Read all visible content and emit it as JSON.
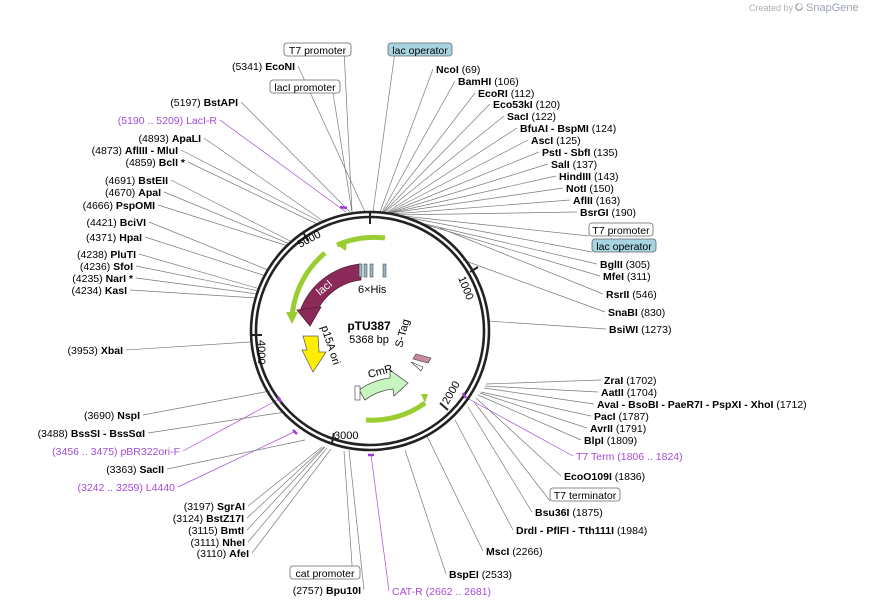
{
  "credit": {
    "prefix": "Created by",
    "brand": "SnapGene"
  },
  "plasmid": {
    "name": "pTU387",
    "length_label": "5368 bp"
  },
  "ticks": [
    "1000",
    "2000",
    "3000",
    "4000",
    "5000"
  ],
  "sites": [
    {
      "name": "T7 promoter",
      "type": "box",
      "fill": "#ffffff"
    },
    {
      "name": "lac operator",
      "type": "box",
      "fill": "#a8d4e2"
    },
    {
      "name": "NcoI",
      "pos": "(69)",
      "side": "right"
    },
    {
      "name": "BamHI",
      "pos": "(106)",
      "side": "right"
    },
    {
      "name": "EcoRI",
      "pos": "(112)",
      "side": "right"
    },
    {
      "name": "Eco53kI",
      "pos": "(120)",
      "side": "right"
    },
    {
      "name": "SacI",
      "pos": "(122)",
      "side": "right"
    },
    {
      "name": "BfuAI  - BspMI",
      "pos": "(124)",
      "side": "right"
    },
    {
      "name": "AscI",
      "pos": "(125)",
      "side": "right"
    },
    {
      "name": "PstI  - SbfI",
      "pos": "(135)",
      "side": "right"
    },
    {
      "name": "SalI",
      "pos": "(137)",
      "side": "right"
    },
    {
      "name": "HindIII",
      "pos": "(143)",
      "side": "right"
    },
    {
      "name": "NotI",
      "pos": "(150)",
      "side": "right"
    },
    {
      "name": "AflII",
      "pos": "(163)",
      "side": "right"
    },
    {
      "name": "BsrGI",
      "pos": "(190)",
      "side": "right"
    },
    {
      "name": "T7 promoter",
      "type": "box",
      "fill": "#ffffff"
    },
    {
      "name": "lac operator",
      "type": "box",
      "fill": "#a8d4e2"
    },
    {
      "name": "BglII",
      "pos": "(305)",
      "side": "right"
    },
    {
      "name": "MfeI",
      "pos": "(311)",
      "side": "right"
    },
    {
      "name": "RsrII",
      "pos": "(546)",
      "side": "right"
    },
    {
      "name": "SnaBI",
      "pos": "(830)",
      "side": "right"
    },
    {
      "name": "BsiWI",
      "pos": "(1273)",
      "side": "right"
    },
    {
      "name": "ZraI",
      "pos": "(1702)",
      "side": "right"
    },
    {
      "name": "AatII",
      "pos": "(1704)",
      "side": "right"
    },
    {
      "name": "AvaI  - BsoBI  - PaeR7I  - PspXI  - XhoI",
      "pos": "(1712)",
      "side": "right"
    },
    {
      "name": "PacI",
      "pos": "(1787)",
      "side": "right"
    },
    {
      "name": "AvrII",
      "pos": "(1791)",
      "side": "right"
    },
    {
      "name": "BlpI",
      "pos": "(1809)",
      "side": "right"
    },
    {
      "name": "T7 Term",
      "pos": "(1806 .. 1824)",
      "side": "right",
      "kind": "primer"
    },
    {
      "name": "EcoO109I",
      "pos": "(1836)",
      "side": "right"
    },
    {
      "name": "T7 terminator",
      "type": "box",
      "fill": "#ffffff"
    },
    {
      "name": "Bsu36I",
      "pos": "(1875)",
      "side": "right"
    },
    {
      "name": "DrdI  - PflFI  - Tth111I",
      "pos": "(1984)",
      "side": "right"
    },
    {
      "name": "MscI",
      "pos": "(2266)",
      "side": "right"
    },
    {
      "name": "BspEI",
      "pos": "(2533)",
      "side": "right"
    },
    {
      "name": "CAT-R",
      "pos": "(2662 .. 2681)",
      "side": "right",
      "kind": "primer"
    },
    {
      "name": "Bpu10I",
      "pos": "(2757)",
      "side": "left"
    },
    {
      "name": "cat promoter",
      "type": "box",
      "fill": "#ffffff"
    },
    {
      "name": "AfeI",
      "pos": "(3110)",
      "side": "left"
    },
    {
      "name": "NheI",
      "pos": "(3111)",
      "side": "left"
    },
    {
      "name": "BmtI",
      "pos": "(3115)",
      "side": "left"
    },
    {
      "name": "BstZ17I",
      "pos": "(3124)",
      "side": "left"
    },
    {
      "name": "SgrAI",
      "pos": "(3197)",
      "side": "left"
    },
    {
      "name": "L4440",
      "pos": "(3242 .. 3259)",
      "side": "left",
      "kind": "primer"
    },
    {
      "name": "SacII",
      "pos": "(3363)",
      "side": "left"
    },
    {
      "name": "pBR322ori-F",
      "pos": "(3456 .. 3475)",
      "side": "left",
      "kind": "primer"
    },
    {
      "name": "BssSI  - BssSαI",
      "pos": "(3488)",
      "side": "left"
    },
    {
      "name": "NspI",
      "pos": "(3690)",
      "side": "left"
    },
    {
      "name": "XbaI",
      "pos": "(3953)",
      "side": "left"
    },
    {
      "name": "KasI",
      "pos": "(4234)",
      "side": "left"
    },
    {
      "name": "NarI *",
      "pos": "(4235)",
      "side": "left"
    },
    {
      "name": "SfoI",
      "pos": "(4236)",
      "side": "left"
    },
    {
      "name": "PluTI",
      "pos": "(4238)",
      "side": "left"
    },
    {
      "name": "HpaI",
      "pos": "(4371)",
      "side": "left"
    },
    {
      "name": "BciVI",
      "pos": "(4421)",
      "side": "left"
    },
    {
      "name": "PspOMI",
      "pos": "(4666)",
      "side": "left"
    },
    {
      "name": "ApaI",
      "pos": "(4670)",
      "side": "left"
    },
    {
      "name": "BstEII",
      "pos": "(4691)",
      "side": "left"
    },
    {
      "name": "BclI *",
      "pos": "(4859)",
      "side": "left"
    },
    {
      "name": "AflIII  - MluI",
      "pos": "(4873)",
      "side": "left"
    },
    {
      "name": "ApaLI",
      "pos": "(4893)",
      "side": "left"
    },
    {
      "name": "LacI-R",
      "pos": "(5190 .. 5209)",
      "side": "left",
      "kind": "primer"
    },
    {
      "name": "BstAPI",
      "pos": "(5197)",
      "side": "left"
    },
    {
      "name": "lacI promoter",
      "type": "box",
      "fill": "#ffffff"
    },
    {
      "name": "EcoNI",
      "pos": "(5341)",
      "side": "left"
    }
  ],
  "features": [
    {
      "name": "lacI",
      "color": "#8b2a58"
    },
    {
      "name": "6×His",
      "color": "#9ab8c8"
    },
    {
      "name": "S-Tag",
      "color": "#c98a9c"
    },
    {
      "name": "CmR",
      "color": "#c8f5c0"
    },
    {
      "name": "p15A ori",
      "color": "#ffee00"
    }
  ],
  "colors": {
    "primer": "#a64ad8",
    "backbone": "#222222",
    "primer_bar": "#9a3bd0",
    "orf_green": "#9acd32"
  }
}
